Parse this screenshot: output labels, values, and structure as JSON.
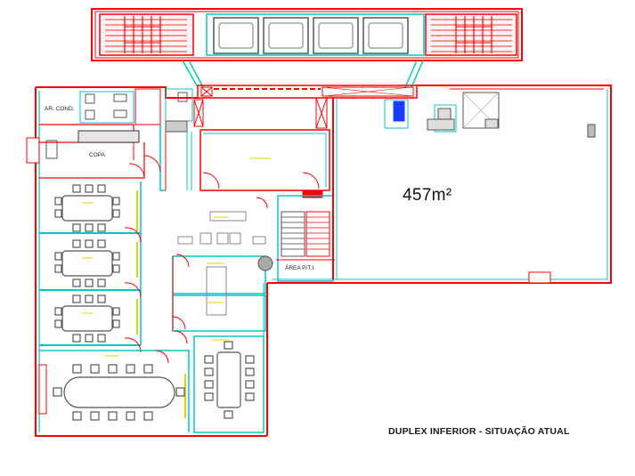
{
  "drawing": {
    "caption": "DUPLEX INFERIOR - SITUAÇÃO ATUAL",
    "area": "457m²"
  },
  "rooms": {
    "ar_cond": "AR. COND.",
    "copa": "COPA",
    "area_pti": "ÁREA P/T.I."
  },
  "colors": {
    "wall_red": "#ff0000",
    "wall_cyan": "#00d0d0",
    "furniture": "#555555",
    "text_yellow": "#e8d000",
    "accent_blue": "#1a3cff"
  }
}
